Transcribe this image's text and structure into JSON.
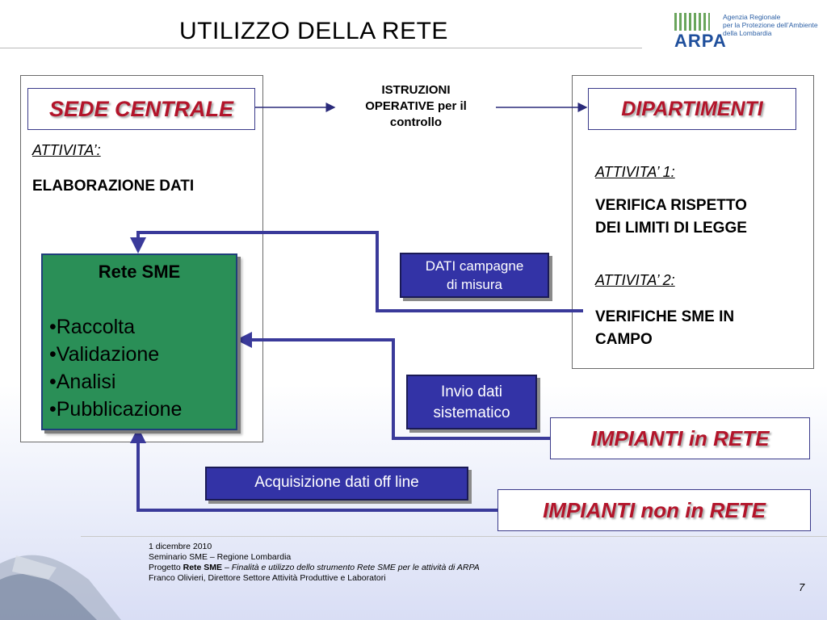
{
  "slide": {
    "title": "UTILIZZO DELLA RETE",
    "page_number": "7"
  },
  "logo": {
    "name": "ARPA",
    "agency_lines": [
      "Agenzia Regionale",
      "per la Protezione dell’Ambiente",
      "della Lombardia"
    ]
  },
  "sede": {
    "title": "SEDE CENTRALE",
    "attivita_label": "ATTIVITA’:",
    "attivita_value": "ELABORAZIONE DATI"
  },
  "dipartimenti": {
    "title": "DIPARTIMENTI",
    "attivita1_label": "ATTIVITA’ 1:",
    "attivita1_lines": [
      "VERIFICA RISPETTO",
      "DEI LIMITI DI LEGGE"
    ],
    "attivita2_label": "ATTIVITA’ 2:",
    "attivita2_lines": [
      "VERIFICHE SME IN",
      "CAMPO"
    ]
  },
  "istruzioni": {
    "lines": [
      "ISTRUZIONI",
      "OPERATIVE per il",
      "controllo"
    ]
  },
  "rete_sme": {
    "title": "Rete SME",
    "items": [
      "•Raccolta",
      "•Validazione",
      "•Analisi",
      "•Pubblicazione"
    ]
  },
  "flows": {
    "dati_campagne_lines": [
      "DATI campagne",
      "di misura"
    ],
    "invio_dati_lines": [
      "Invio dati",
      "sistematico"
    ],
    "acquisizione": "Acquisizione dati off line"
  },
  "impianti": {
    "in_rete": "IMPIANTI in RETE",
    "non_in_rete": "IMPIANTI non in RETE"
  },
  "footer": {
    "date": "1 dicembre 2010",
    "seminar": "Seminario SME – Regione Lombardia",
    "project_prefix": "Progetto ",
    "project_bold": "Rete SME",
    "project_sep": " – ",
    "project_italic": "Finalità e utilizzo dello strumento Rete SME per le attività di ARPA",
    "author": "Franco Olivieri, Direttore Settore Attività Produttive e Laboratori"
  },
  "colors": {
    "header_red": "#b3142a",
    "box_blue": "#3333a6",
    "rete_green": "#2a8f57",
    "connector": "#3a3a9a"
  }
}
